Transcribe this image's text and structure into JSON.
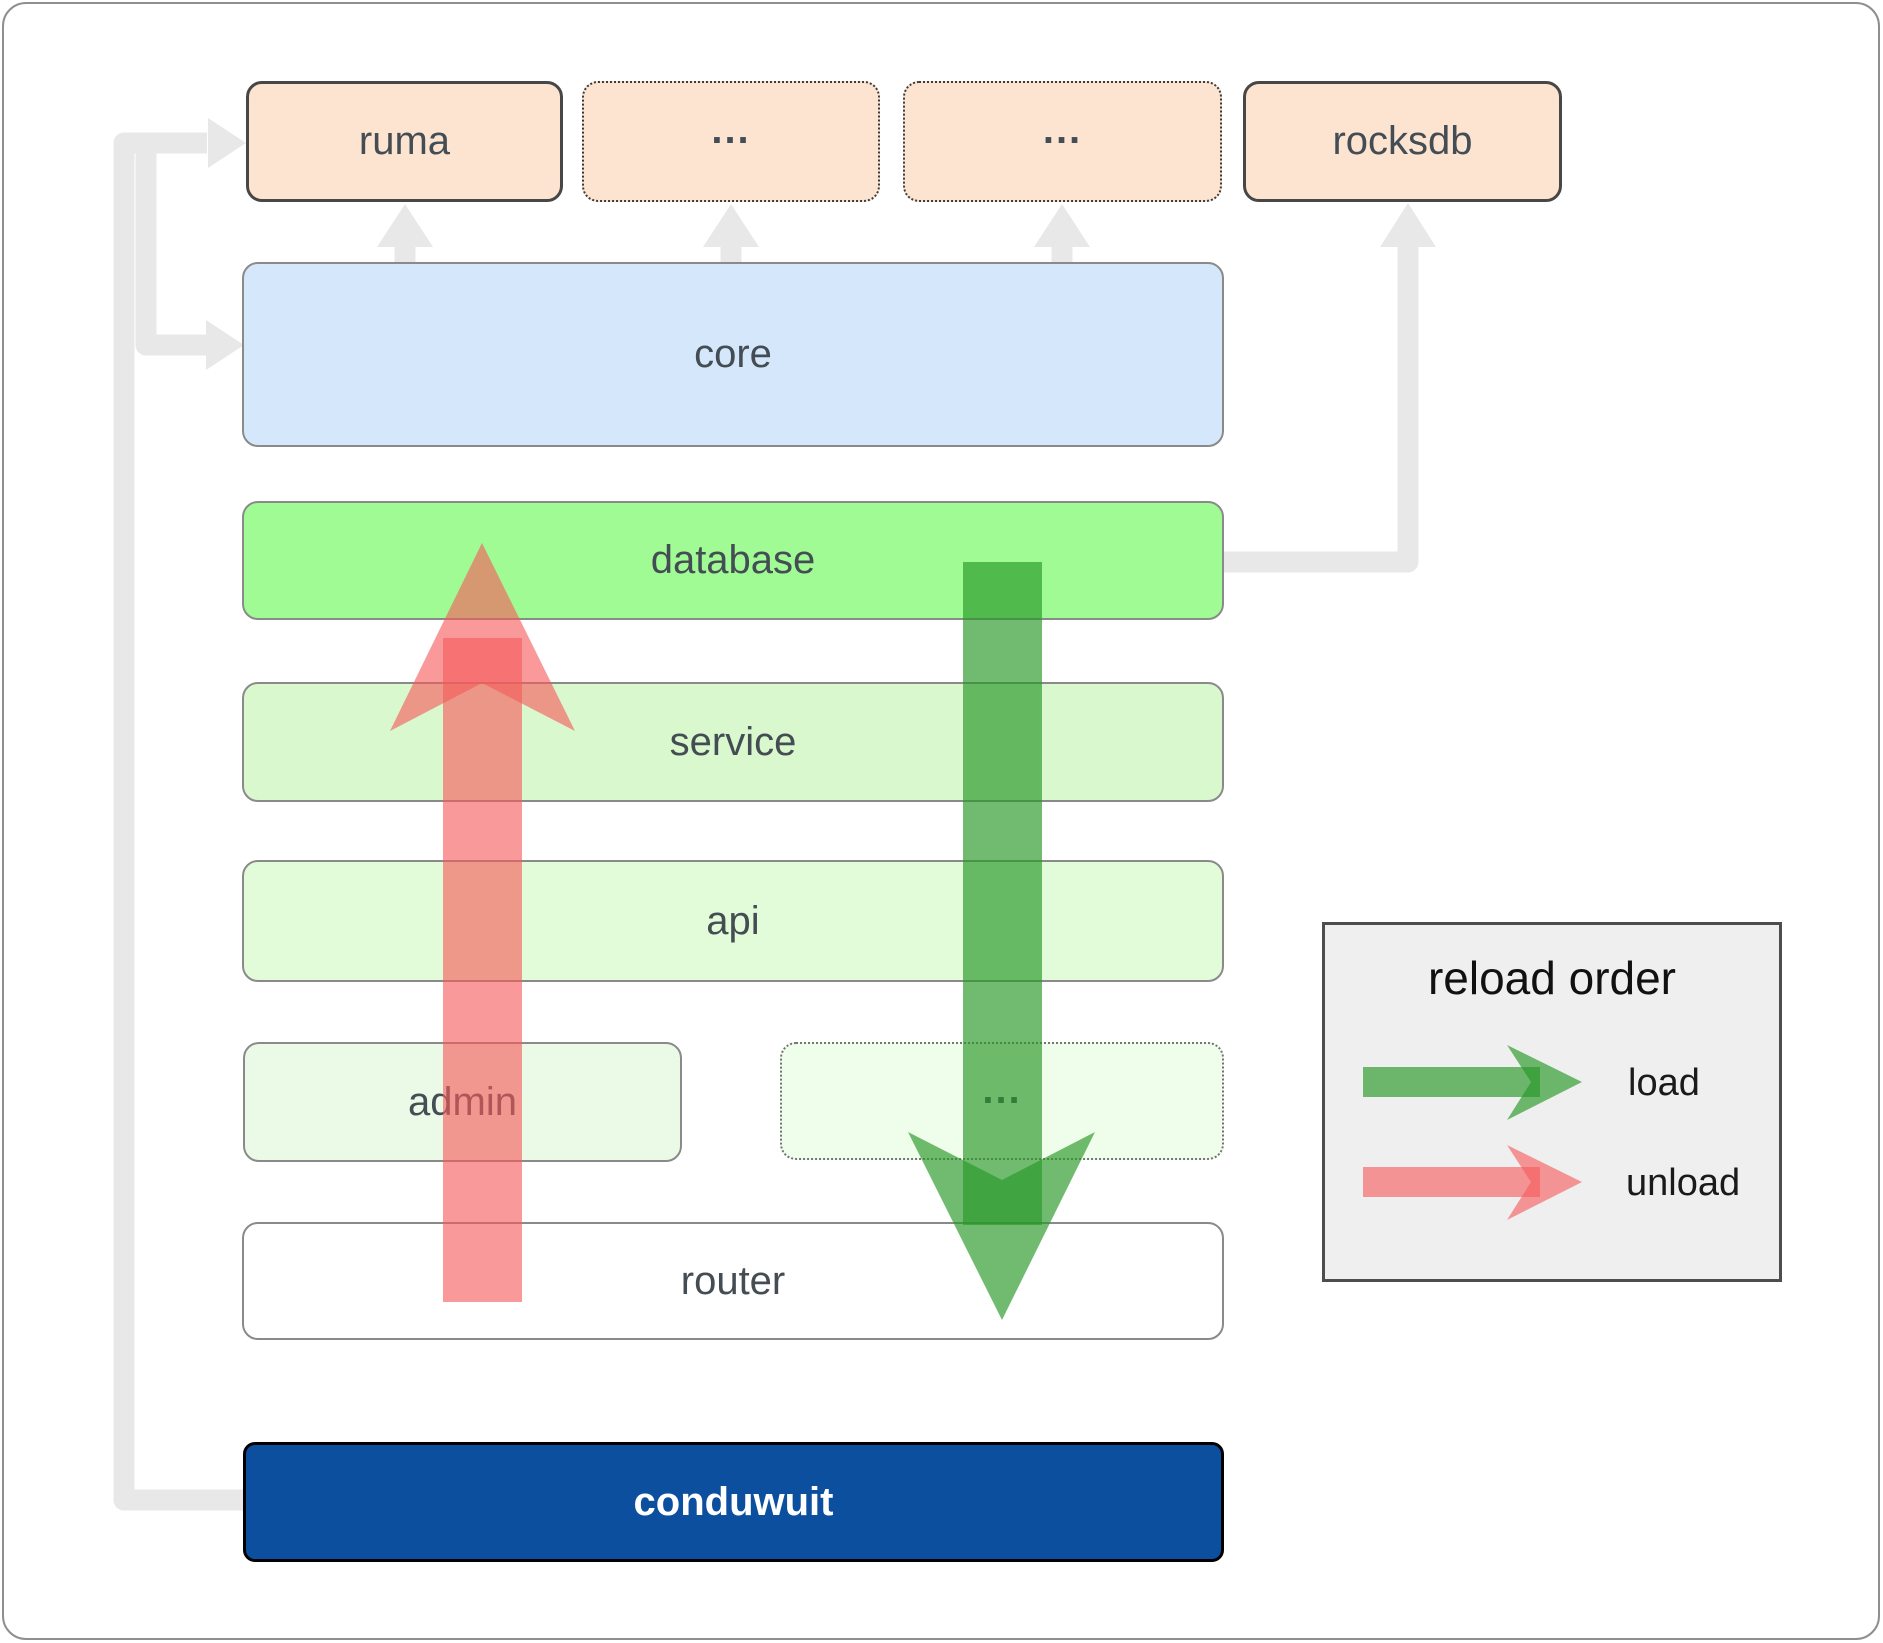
{
  "nodes": {
    "ruma": {
      "label": "ruma"
    },
    "deps_more_1": {
      "label": "..."
    },
    "deps_more_2": {
      "label": "..."
    },
    "rocksdb": {
      "label": "rocksdb"
    },
    "core": {
      "label": "core"
    },
    "database": {
      "label": "database"
    },
    "service": {
      "label": "service"
    },
    "api": {
      "label": "api"
    },
    "admin": {
      "label": "admin"
    },
    "services_more": {
      "label": "..."
    },
    "router": {
      "label": "router"
    },
    "conduwuit": {
      "label": "conduwuit"
    }
  },
  "legend": {
    "title": "reload order",
    "items": [
      {
        "label": "load",
        "color": "#279827"
      },
      {
        "label": "unload",
        "color": "#f65a5a"
      }
    ]
  },
  "colors": {
    "dependency_peach": "#fce4d1",
    "core_blue": "#d5e8fb",
    "database_green": "#a0fb95",
    "service_green": "#d9f8cd",
    "api_green": "#e2fbd8",
    "admin_green": "#ebfae6",
    "future_green": "#effdeb",
    "router_white": "#ffffff",
    "conduwuit_navy": "#0c4f9e",
    "connector_gray": "#e8e8e8",
    "load_arrow_green": "#279827",
    "unload_arrow_red": "#f65a5a"
  }
}
